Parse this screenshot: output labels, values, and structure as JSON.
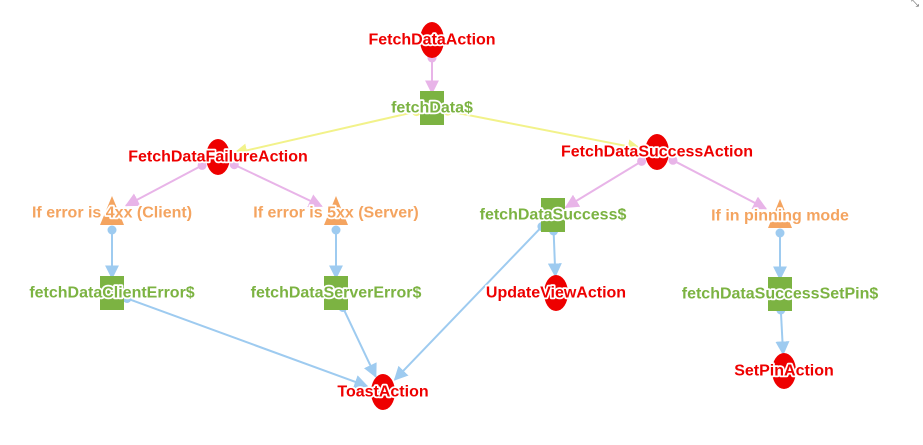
{
  "colors": {
    "action": "#ee0000",
    "effect": "#7cb342",
    "condition": "#f4a460",
    "edge_trigger": "#e8b4e8",
    "edge_output": "#9ecbf0",
    "edge_effect": "#f2f28a"
  },
  "corner_icon": "resize-arrows-icon",
  "nodes": [
    {
      "id": "n1",
      "label": "FetchDataAction",
      "kind": "action"
    },
    {
      "id": "n2",
      "label": "fetchData$",
      "kind": "effect"
    },
    {
      "id": "n3",
      "label": "FetchDataFailureAction",
      "kind": "action"
    },
    {
      "id": "n4",
      "label": "FetchDataSuccessAction",
      "kind": "action"
    },
    {
      "id": "n5",
      "label": "If error is 4xx (Client)",
      "kind": "condition"
    },
    {
      "id": "n6",
      "label": "If error is 5xx (Server)",
      "kind": "condition"
    },
    {
      "id": "n7",
      "label": "fetchDataSuccess$",
      "kind": "effect"
    },
    {
      "id": "n8",
      "label": "If in pinning mode",
      "kind": "condition"
    },
    {
      "id": "n9",
      "label": "fetchDataClientError$",
      "kind": "effect"
    },
    {
      "id": "n10",
      "label": "fetchDataServerError$",
      "kind": "effect"
    },
    {
      "id": "n11",
      "label": "UpdateViewAction",
      "kind": "action"
    },
    {
      "id": "n12",
      "label": "fetchDataSuccessSetPin$",
      "kind": "effect"
    },
    {
      "id": "n13",
      "label": "ToastAction",
      "kind": "action"
    },
    {
      "id": "n14",
      "label": "SetPinAction",
      "kind": "action"
    }
  ],
  "edges": [
    {
      "from": "n1",
      "to": "n2",
      "kind": "trigger"
    },
    {
      "from": "n2",
      "to": "n3",
      "kind": "effect"
    },
    {
      "from": "n2",
      "to": "n4",
      "kind": "effect"
    },
    {
      "from": "n3",
      "to": "n5",
      "kind": "trigger"
    },
    {
      "from": "n3",
      "to": "n6",
      "kind": "trigger"
    },
    {
      "from": "n4",
      "to": "n7",
      "kind": "trigger"
    },
    {
      "from": "n4",
      "to": "n8",
      "kind": "trigger"
    },
    {
      "from": "n5",
      "to": "n9",
      "kind": "output"
    },
    {
      "from": "n6",
      "to": "n10",
      "kind": "output"
    },
    {
      "from": "n7",
      "to": "n11",
      "kind": "output"
    },
    {
      "from": "n8",
      "to": "n12",
      "kind": "output"
    },
    {
      "from": "n9",
      "to": "n13",
      "kind": "output"
    },
    {
      "from": "n10",
      "to": "n13",
      "kind": "output"
    },
    {
      "from": "n7",
      "to": "n13",
      "kind": "output"
    },
    {
      "from": "n12",
      "to": "n14",
      "kind": "output"
    }
  ]
}
